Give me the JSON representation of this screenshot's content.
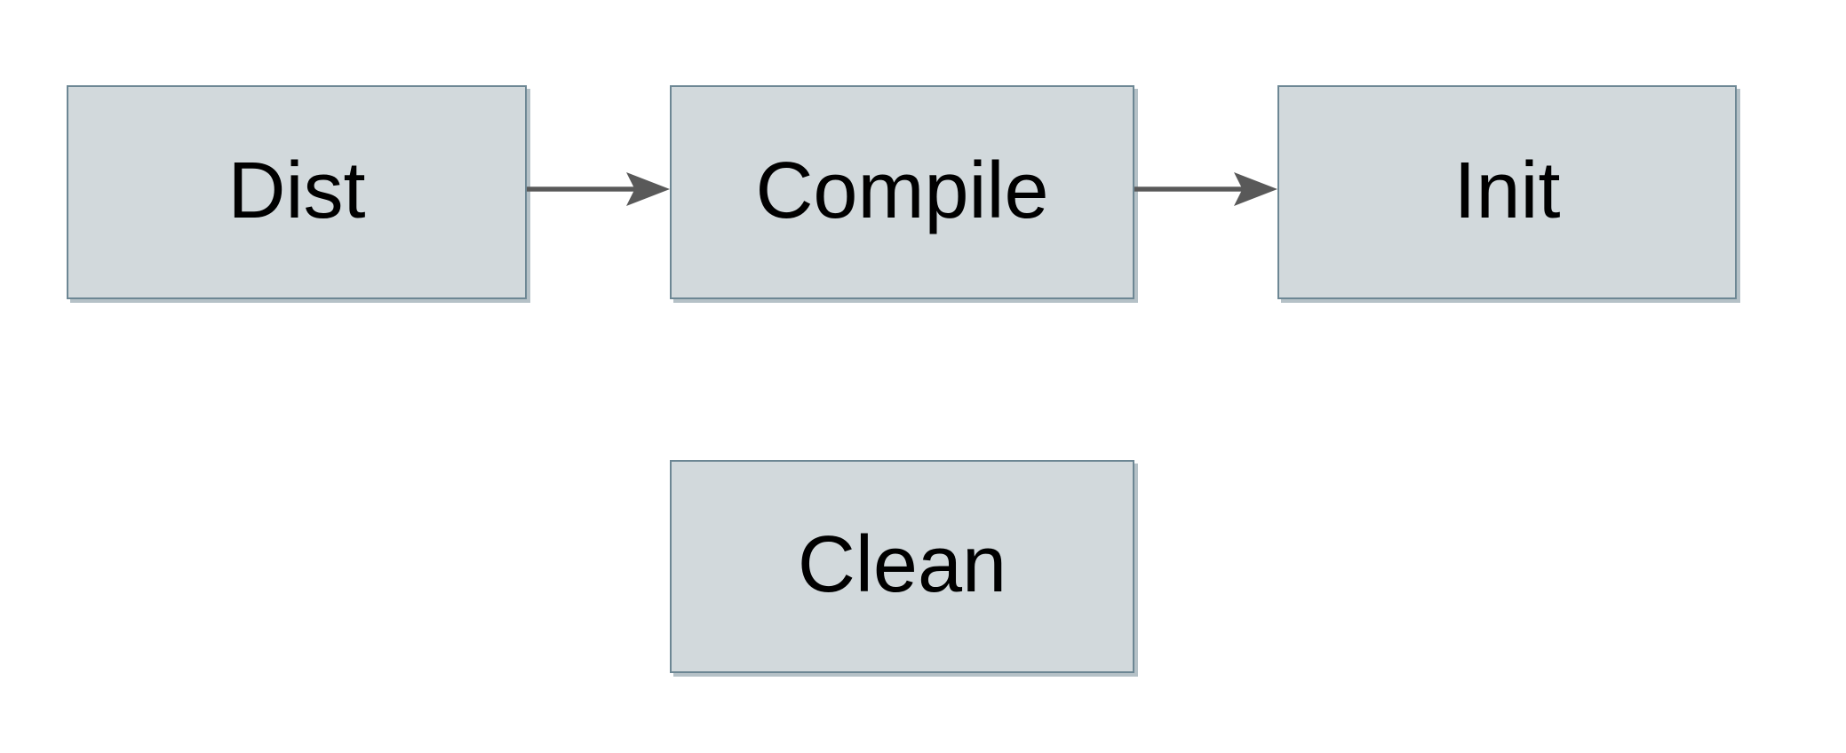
{
  "diagram": {
    "nodes": [
      {
        "id": "dist",
        "label": "Dist"
      },
      {
        "id": "compile",
        "label": "Compile"
      },
      {
        "id": "init",
        "label": "Init"
      },
      {
        "id": "clean",
        "label": "Clean"
      }
    ],
    "edges": [
      {
        "from": "dist",
        "to": "compile",
        "direction": "right"
      },
      {
        "from": "compile",
        "to": "init",
        "direction": "right"
      }
    ],
    "colors": {
      "node_fill": "#d2d9dc",
      "node_border": "#6d8794",
      "node_shadow": "#b5c1c7",
      "arrow": "#595959",
      "label_text": "#000000",
      "background": "#ffffff"
    }
  }
}
